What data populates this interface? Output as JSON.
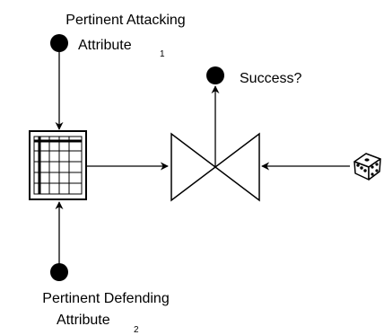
{
  "labels": {
    "attacking_line1": "Pertinent Attacking",
    "attacking_line2": "Attribute",
    "attacking_sub": "1",
    "defending_line1": "Pertinent Defending",
    "defending_line2": "Attribute",
    "defending_sub": "2",
    "success": "Success?"
  },
  "icons": {
    "grid": "grid-table-icon",
    "valve": "bowtie-valve-icon",
    "die": "die-icon"
  }
}
